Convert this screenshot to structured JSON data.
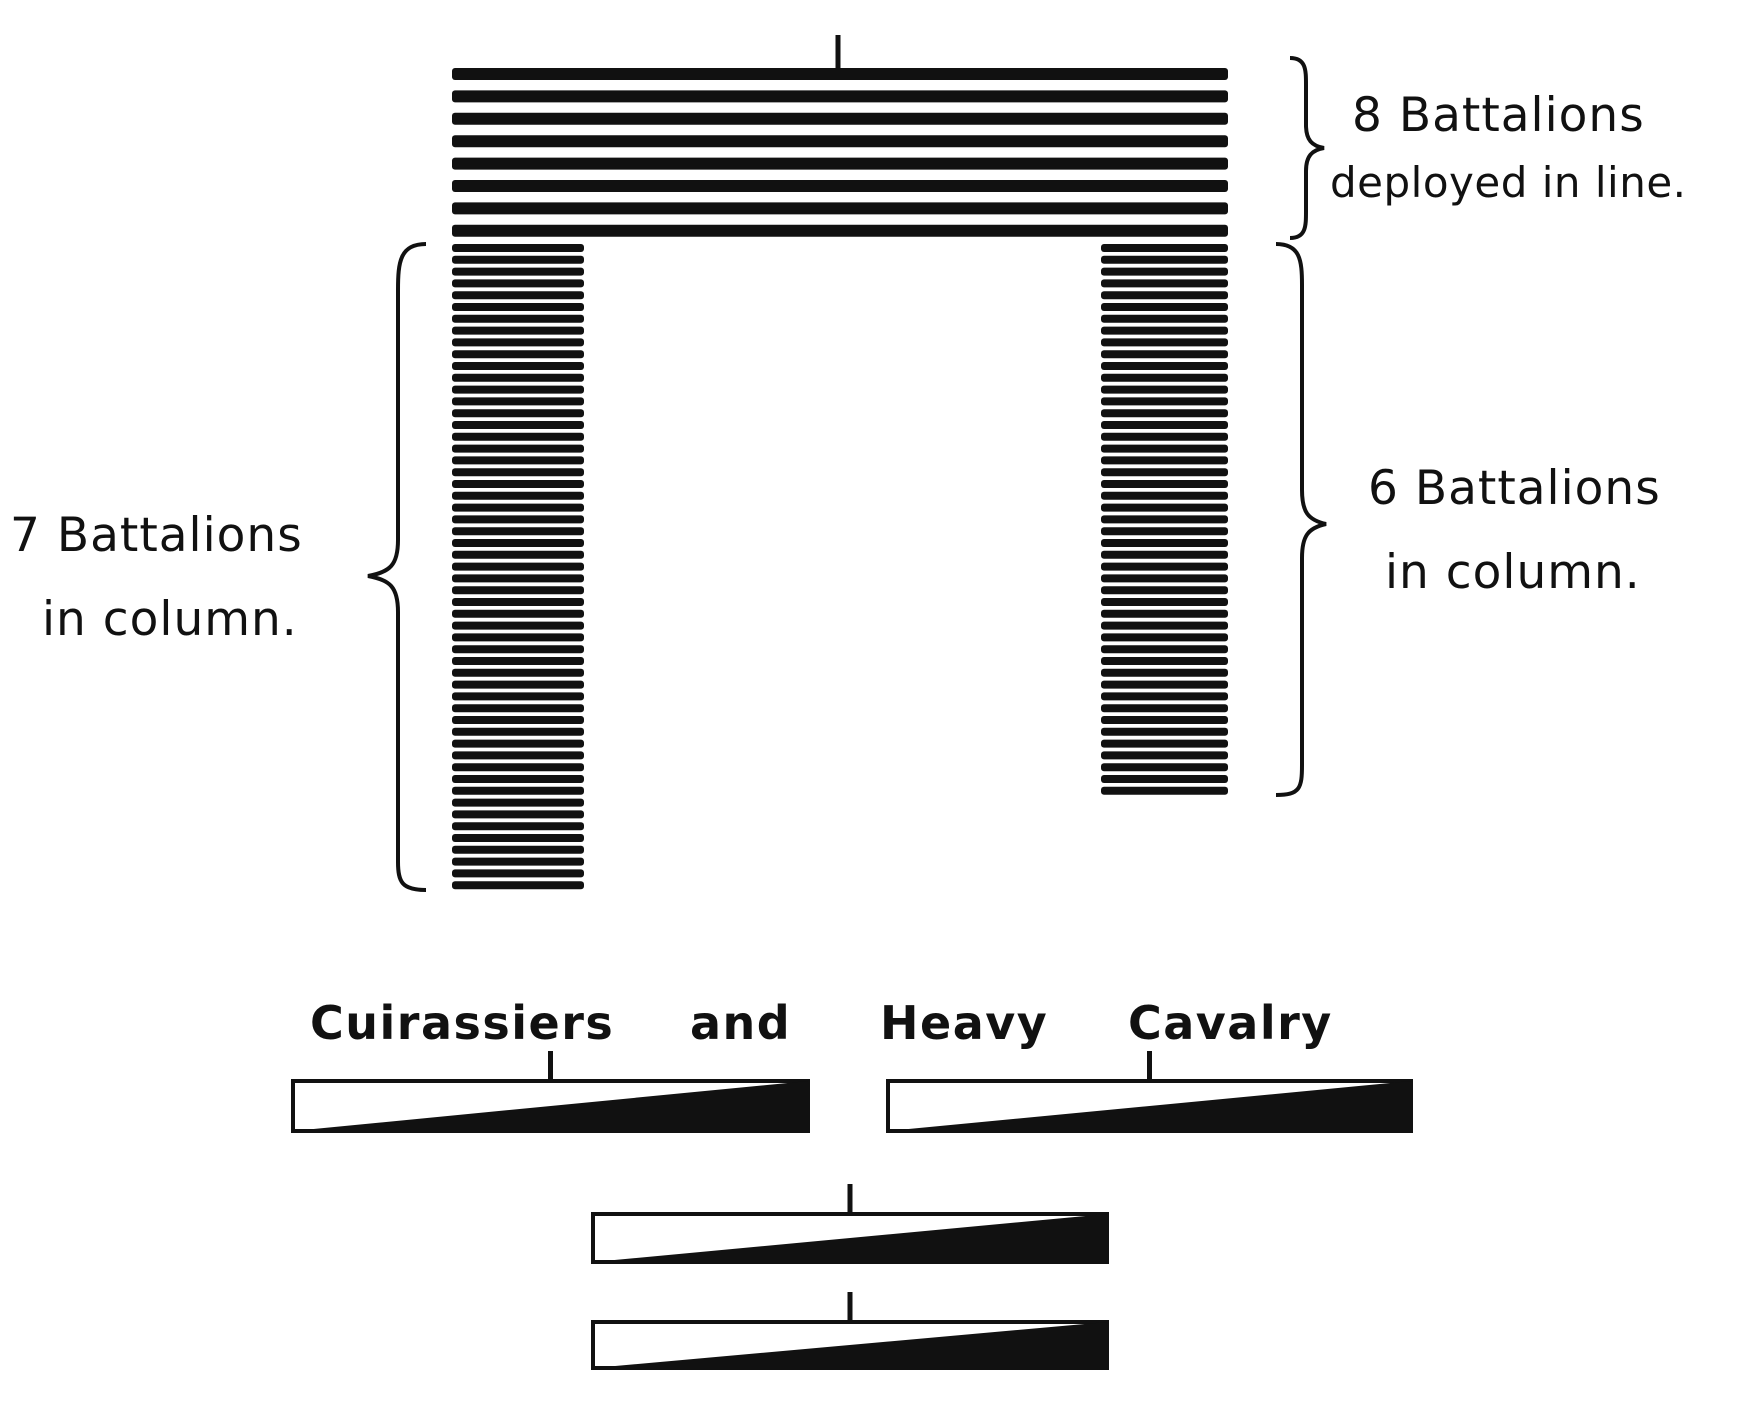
{
  "diagram": {
    "colors": {
      "ink": "#111111",
      "paper": "#ffffff"
    },
    "formations": {
      "front_line": {
        "label_line1": "8 Battalions",
        "label_line2": "deployed in line.",
        "battalions": 8
      },
      "left_column": {
        "label_line1": "7 Battalions",
        "label_line2": "in column.",
        "battalions": 7
      },
      "right_column": {
        "label_line1": "6 Battalions",
        "label_line2": "in column.",
        "battalions": 6
      }
    },
    "cavalry": {
      "words": [
        "Cuirassiers",
        "and",
        "Heavy",
        "Cavalry"
      ],
      "squadron_count": 4
    }
  }
}
